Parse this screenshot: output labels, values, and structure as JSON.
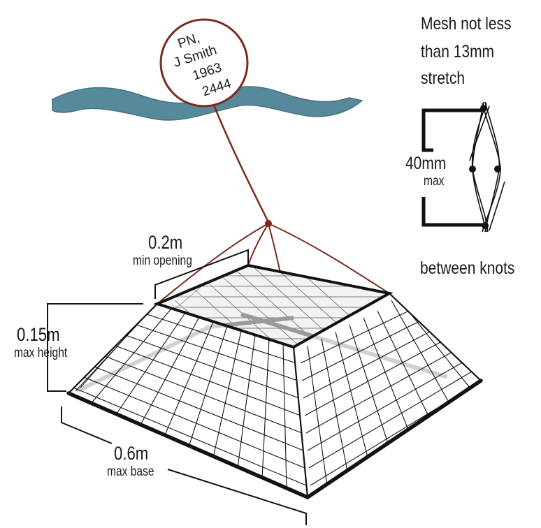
{
  "tag": {
    "lines": [
      "PN,",
      "J Smith",
      "1963",
      "2444"
    ]
  },
  "mesh_note": {
    "line1": "Mesh not less",
    "line2": "than 13mm",
    "line3": "stretch",
    "spacing_value": "40mm",
    "spacing_qualifier": "max",
    "footer": "between knots"
  },
  "dimensions": {
    "opening_value": "0.2m",
    "opening_label": "min opening",
    "height_value": "0.15m",
    "height_label": "max height",
    "base_value": "0.6m",
    "base_label": "max base"
  },
  "colors": {
    "water": "#4e8496",
    "rope": "#7a2a1c",
    "net": "#111111",
    "inner_shadow": "#9a9a9a"
  }
}
